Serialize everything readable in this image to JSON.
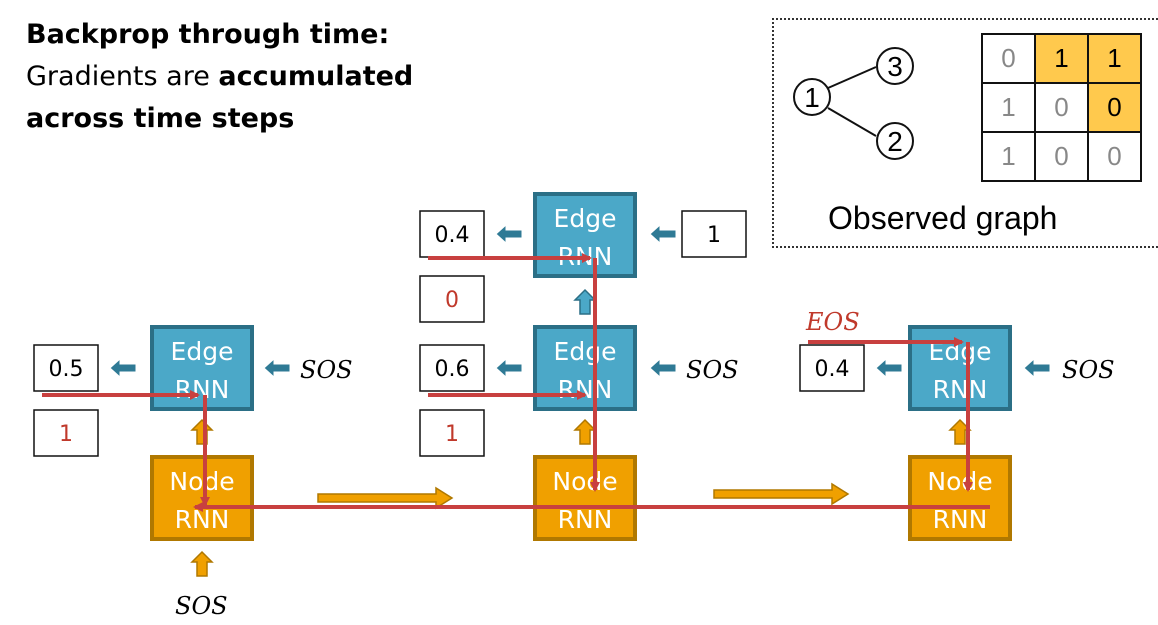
{
  "title": {
    "line1": "Backprop through time:",
    "line2_plain": "Gradients are ",
    "line2_bold": "accumulated",
    "line3": "across time steps"
  },
  "observed": {
    "label": "Observed graph",
    "nodes": [
      "1",
      "2",
      "3"
    ],
    "matrix": [
      [
        {
          "v": "0",
          "hl": false,
          "g": true
        },
        {
          "v": "1",
          "hl": true,
          "g": false
        },
        {
          "v": "1",
          "hl": true,
          "g": false
        }
      ],
      [
        {
          "v": "1",
          "hl": false,
          "g": true
        },
        {
          "v": "0",
          "hl": false,
          "g": true
        },
        {
          "v": "0",
          "hl": true,
          "g": false
        }
      ],
      [
        {
          "v": "1",
          "hl": false,
          "g": true
        },
        {
          "v": "0",
          "hl": false,
          "g": true
        },
        {
          "v": "0",
          "hl": false,
          "g": true
        }
      ]
    ]
  },
  "boxes": {
    "edge_label_top": "Edge",
    "edge_label_bottom": "RNN",
    "node_label_top": "Node",
    "node_label_bottom": "RNN"
  },
  "tokens": {
    "sos": "SOS",
    "eos": "EOS"
  },
  "values": {
    "s1_out": "0.5",
    "s1_target": "1",
    "s2_out": "0.6",
    "s2_target": "1",
    "s2_top_out": "0.4",
    "s2_top_target": "0",
    "s2_top_input": "1",
    "s3_out": "0.4"
  },
  "colors": {
    "edge_fill": "#4BA8C8",
    "edge_border": "#2B6F86",
    "node_fill": "#F0A000",
    "node_border": "#B07800",
    "arrow_blue": "#2F7A95",
    "arrow_red": "#C8403F",
    "target_red": "#C0392B",
    "highlight": "#FFC94D"
  }
}
